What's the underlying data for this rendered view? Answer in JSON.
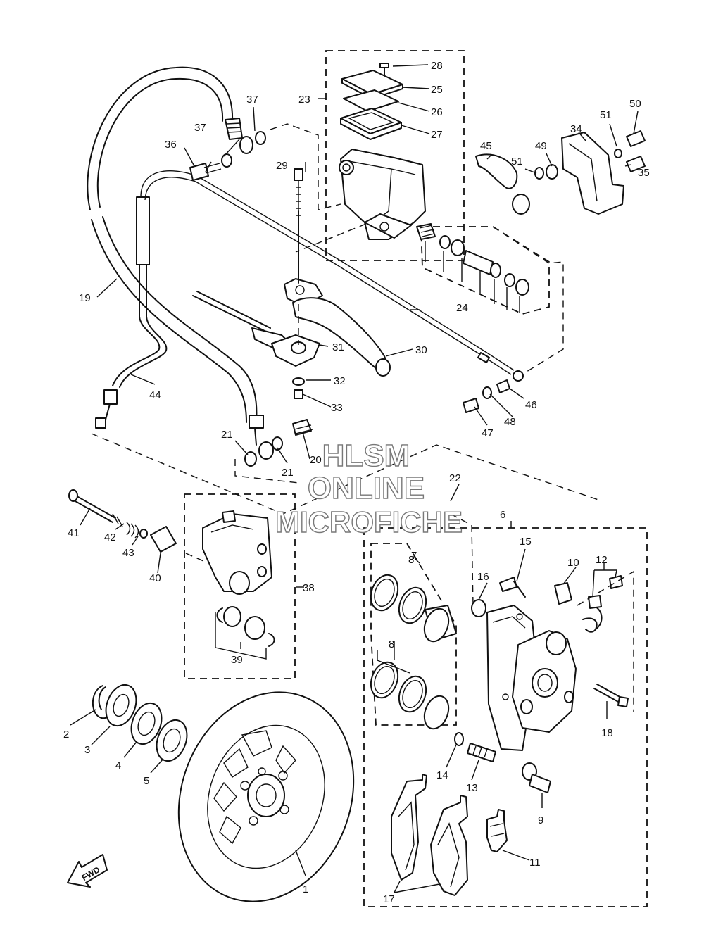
{
  "diagram": {
    "callouts": [
      "1",
      "2",
      "3",
      "4",
      "5",
      "6",
      "7",
      "8",
      "8",
      "9",
      "10",
      "11",
      "12",
      "13",
      "14",
      "15",
      "16",
      "17",
      "18",
      "19",
      "20",
      "21",
      "21",
      "22",
      "23",
      "24",
      "25",
      "26",
      "27",
      "28",
      "29",
      "30",
      "31",
      "32",
      "33",
      "34",
      "35",
      "36",
      "37",
      "37",
      "38",
      "39",
      "40",
      "41",
      "42",
      "43",
      "44",
      "45",
      "46",
      "47",
      "48",
      "49",
      "50",
      "51",
      "51"
    ],
    "direction_label": "FWD"
  },
  "watermark": {
    "line1": "HLSM",
    "line2": "ONLINE",
    "line3": "MICROFICHE"
  },
  "colors": {
    "ink": "#111111",
    "paper": "#ffffff",
    "watermark_outline": "#777777"
  }
}
